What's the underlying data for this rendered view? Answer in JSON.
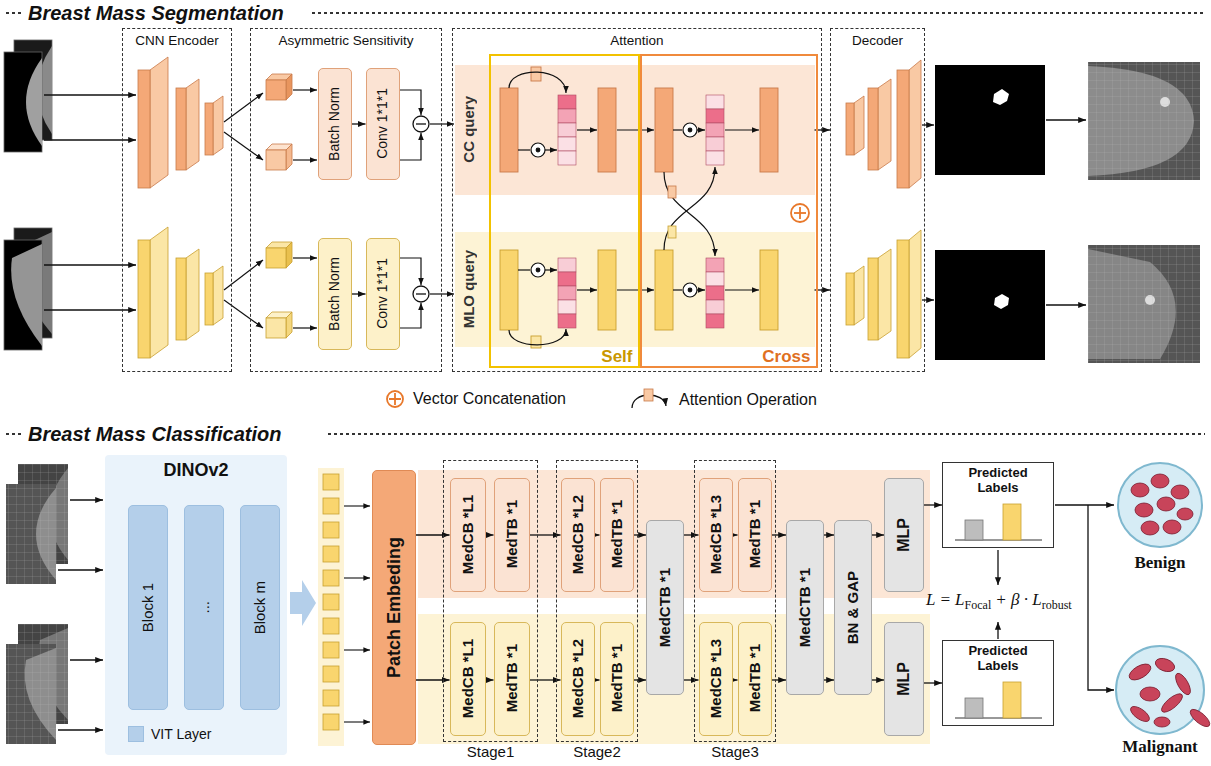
{
  "diagram": {
    "nodes": [
      {
        "text": [
          "CNN Encoder"
        ]
      },
      {
        "text": [
          "Asymmetric Sensitivity"
        ]
      },
      {
        "text": [
          "Batch Norm"
        ],
        "in": 1
      },
      {
        "text": [
          "Conv 1*1*1"
        ],
        "in": 1
      },
      {
        "text": [
          "Batch Norm"
        ],
        "in": 1
      },
      {
        "text": [
          "Conv 1*1*1"
        ],
        "in": 1
      },
      {
        "text": [
          "Attention"
        ]
      },
      {
        "text": [
          "CC query"
        ],
        "in": 6
      },
      {
        "text": [
          "MLO query"
        ],
        "in": 6
      },
      {
        "text": [
          "Self"
        ],
        "in": 6
      },
      {
        "text": [
          "Cross"
        ],
        "in": 6
      },
      {
        "text": [
          "Decoder"
        ]
      },
      {
        "text": [
          "DINOv2"
        ]
      },
      {
        "text": [
          "Block 1"
        ],
        "in": 12
      },
      {
        "text": [
          "..."
        ],
        "in": 12
      },
      {
        "text": [
          "Block m"
        ],
        "in": 12
      },
      {
        "text": [
          "Patch Embeding"
        ]
      },
      {
        "text": [
          "Stage1"
        ]
      },
      {
        "text": [
          "MedCB *L1"
        ],
        "in": 17
      },
      {
        "text": [
          "MedTB *1"
        ],
        "in": 17
      },
      {
        "text": [
          "MedCB *L1"
        ],
        "in": 17
      },
      {
        "text": [
          "MedTB *1"
        ],
        "in": 17
      },
      {
        "text": [
          "Stage2"
        ]
      },
      {
        "text": [
          "MedCB *L2"
        ],
        "in": 22
      },
      {
        "text": [
          "MedTB *1"
        ],
        "in": 22
      },
      {
        "text": [
          "MedCB *L2"
        ],
        "in": 22
      },
      {
        "text": [
          "MedTB *1"
        ],
        "in": 22
      },
      {
        "text": [
          "MedCTB *1"
        ]
      },
      {
        "text": [
          "Stage3"
        ]
      },
      {
        "text": [
          "MedCB *L3"
        ],
        "in": 28
      },
      {
        "text": [
          "MedTB *1"
        ],
        "in": 28
      },
      {
        "text": [
          "MedCB *L3"
        ],
        "in": 28
      },
      {
        "text": [
          "MedTB *1"
        ],
        "in": 28
      },
      {
        "text": [
          "MedCTB *1"
        ]
      },
      {
        "text": [
          "BN & GAP"
        ]
      },
      {
        "text": [
          "MLP"
        ]
      },
      {
        "text": [
          "MLP"
        ]
      },
      {
        "text": [
          "Predicted Labels"
        ]
      },
      {
        "text": [
          "Predicted Labels"
        ]
      }
    ],
    "edges": [
      {
        "from": 2,
        "to": 3,
        "arrow": "to"
      },
      {
        "from": 4,
        "to": 5,
        "arrow": "to"
      },
      {
        "from": 7,
        "to": 11,
        "arrow": "to"
      },
      {
        "from": 8,
        "to": 11,
        "arrow": "to"
      },
      {
        "from": 16,
        "to": 18,
        "arrow": "to"
      },
      {
        "from": 16,
        "to": 20,
        "arrow": "to"
      },
      {
        "from": 18,
        "to": 19,
        "arrow": "to"
      },
      {
        "from": 20,
        "to": 21,
        "arrow": "to"
      },
      {
        "from": 19,
        "to": 23,
        "arrow": "to"
      },
      {
        "from": 21,
        "to": 25,
        "arrow": "to"
      },
      {
        "from": 23,
        "to": 24,
        "arrow": "to"
      },
      {
        "from": 25,
        "to": 26,
        "arrow": "to"
      },
      {
        "from": 24,
        "to": 27,
        "arrow": "to"
      },
      {
        "from": 26,
        "to": 27,
        "arrow": "to"
      },
      {
        "from": 27,
        "to": 29,
        "arrow": "to"
      },
      {
        "from": 27,
        "to": 31,
        "arrow": "to"
      },
      {
        "from": 29,
        "to": 30,
        "arrow": "to"
      },
      {
        "from": 31,
        "to": 32,
        "arrow": "to"
      },
      {
        "from": 30,
        "to": 33,
        "arrow": "to"
      },
      {
        "from": 32,
        "to": 33,
        "arrow": "to"
      },
      {
        "from": 33,
        "to": 34,
        "arrow": "to"
      },
      {
        "from": 33,
        "to": 34,
        "arrow": "to"
      },
      {
        "from": 34,
        "to": 35,
        "arrow": "to"
      },
      {
        "from": 34,
        "to": 36,
        "arrow": "to"
      },
      {
        "from": 35,
        "to": 37,
        "arrow": "to"
      },
      {
        "from": 36,
        "to": 38,
        "arrow": "to"
      }
    ],
    "labels": [
      "Breast Mass Segmentation",
      "Breast Mass Classification",
      "L = L",
      "Focal",
      "+ β · L",
      "robust",
      "Benign",
      "Malignant"
    ],
    "legend": [
      {
        "text": "Vector Concatenation"
      },
      {
        "text": "Attention Operation"
      },
      {
        "text": "VIT Layer",
        "color": "#b4cfea"
      }
    ]
  }
}
